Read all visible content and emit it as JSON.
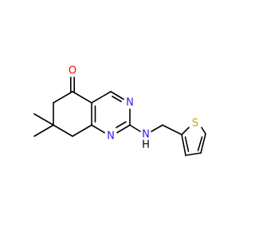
{
  "molecule": {
    "colors": {
      "bond": "#000000",
      "nitrogen": "#2B1CF2",
      "oxygen": "#FF0000",
      "sulfur": "#BFA600",
      "hydrogen": "#000000"
    },
    "atoms": {
      "O": {
        "symbol": "O"
      },
      "N3": {
        "symbol": "N"
      },
      "N1": {
        "symbol": "N"
      },
      "NH": {
        "symbol": "N",
        "hydrogen": "H"
      },
      "S": {
        "symbol": "S"
      }
    }
  }
}
